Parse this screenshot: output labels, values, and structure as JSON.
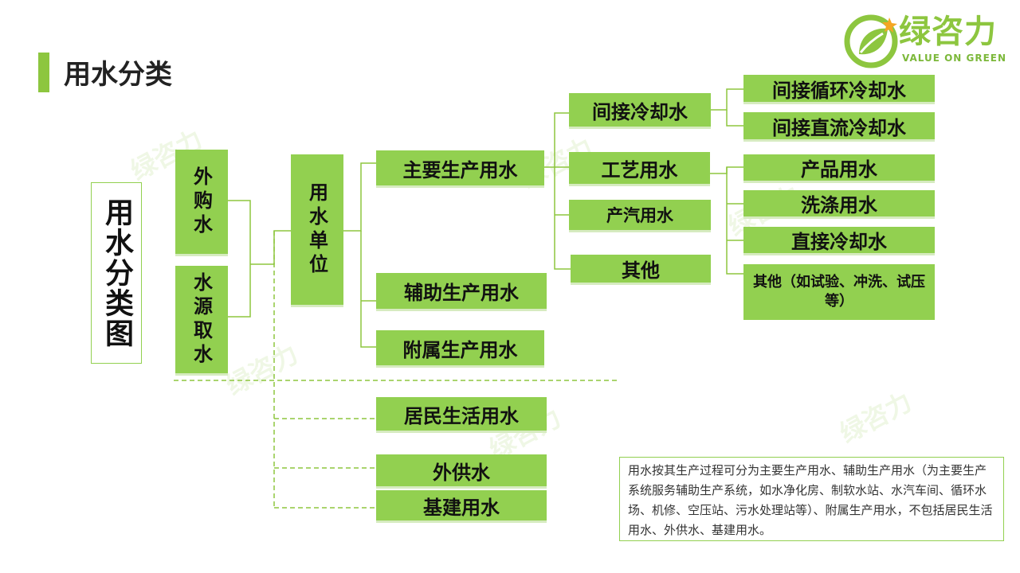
{
  "page": {
    "title": "用水分类"
  },
  "logo": {
    "name": "绿咨力",
    "tagline": "VALUE ON GREEN"
  },
  "colors": {
    "accent": "#8dc63f",
    "box_fill": "#92d050",
    "line": "#8dc63f"
  },
  "diagram": {
    "root": "用水分类图",
    "sources": [
      "外购水",
      "水源取水"
    ],
    "unit": "用水单位",
    "categories": {
      "main": "主要生产用水",
      "aux": "辅助生产用水",
      "attached": "附属生产用水",
      "residential": "居民生活用水",
      "external": "外供水",
      "construction": "基建用水"
    },
    "main_children": {
      "indirect_cooling": "间接冷却水",
      "process": "工艺用水",
      "steam": "产汽用水",
      "other": "其他"
    },
    "cooling_children": [
      "间接循环冷却水",
      "间接直流冷却水"
    ],
    "process_children": [
      "产品用水",
      "洗涤用水",
      "直接冷却水",
      "其他（如试验、冲洗、试压等）"
    ]
  },
  "note": "用水按其生产过程可分为主要生产用水、辅助生产用水（为主要生产系统服务辅助生产系统，如水净化房、制软水站、水汽车间、循环水场、机修、空压站、污水处理站等）、附属生产用水，不包括居民生活用水、外供水、基建用水。"
}
